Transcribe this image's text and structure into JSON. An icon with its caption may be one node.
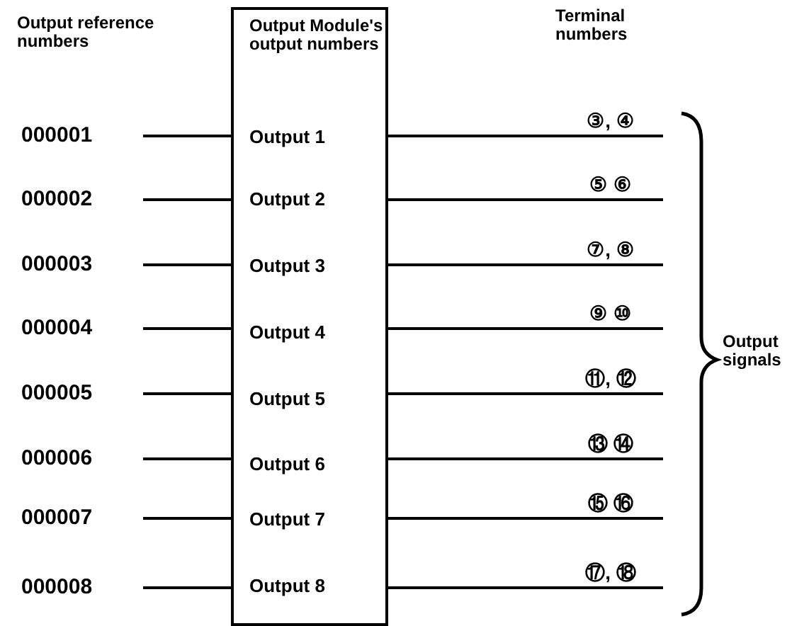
{
  "diagram": {
    "nodes": [
      {
        "text": [
          "Output Module's output numbers"
        ]
      },
      {
        "text": [
          "Output 1"
        ],
        "in": 0
      },
      {
        "text": [
          "Output 2"
        ],
        "in": 0
      },
      {
        "text": [
          "Output 3"
        ],
        "in": 0
      },
      {
        "text": [
          "Output 4"
        ],
        "in": 0
      },
      {
        "text": [
          "Output 5"
        ],
        "in": 0
      },
      {
        "text": [
          "Output 6"
        ],
        "in": 0
      },
      {
        "text": [
          "Output 7"
        ],
        "in": 0
      },
      {
        "text": [
          "Output 8"
        ],
        "in": 0
      },
      {
        "text": [
          "000001"
        ]
      },
      {
        "text": [
          "000002"
        ]
      },
      {
        "text": [
          "000003"
        ]
      },
      {
        "text": [
          "000004"
        ]
      },
      {
        "text": [
          "000005"
        ]
      },
      {
        "text": [
          "000006"
        ]
      },
      {
        "text": [
          "000007"
        ]
      },
      {
        "text": [
          "000008"
        ]
      }
    ],
    "edges": [
      {
        "from": 9,
        "to": 1,
        "arrow": "none"
      },
      {
        "from": 10,
        "to": 2,
        "arrow": "none"
      },
      {
        "from": 11,
        "to": 3,
        "arrow": "none"
      },
      {
        "from": 12,
        "to": 4,
        "arrow": "none"
      },
      {
        "from": 13,
        "to": 5,
        "arrow": "none"
      },
      {
        "from": 14,
        "to": 6,
        "arrow": "none"
      },
      {
        "from": 15,
        "to": 7,
        "arrow": "none"
      },
      {
        "from": 16,
        "to": 8,
        "arrow": "none"
      },
      {
        "from": 1,
        "to": null,
        "arrow": "none"
      },
      {
        "from": 2,
        "to": null,
        "arrow": "none"
      },
      {
        "from": 3,
        "to": null,
        "arrow": "none"
      },
      {
        "from": 4,
        "to": null,
        "arrow": "none"
      },
      {
        "from": 5,
        "to": null,
        "arrow": "none"
      },
      {
        "from": 6,
        "to": null,
        "arrow": "none"
      },
      {
        "from": 7,
        "to": null,
        "arrow": "none"
      },
      {
        "from": 8,
        "to": null,
        "arrow": "none"
      }
    ],
    "labels": [
      "Output reference numbers",
      "Terminal numbers",
      "③, ④",
      "⑤ ⑥",
      "⑦, ⑧",
      "⑨ ⑩",
      "⑪, ⑫",
      "⑬ ⑭",
      "⑮ ⑯",
      "⑰, ⑱",
      "Output signals"
    ]
  }
}
